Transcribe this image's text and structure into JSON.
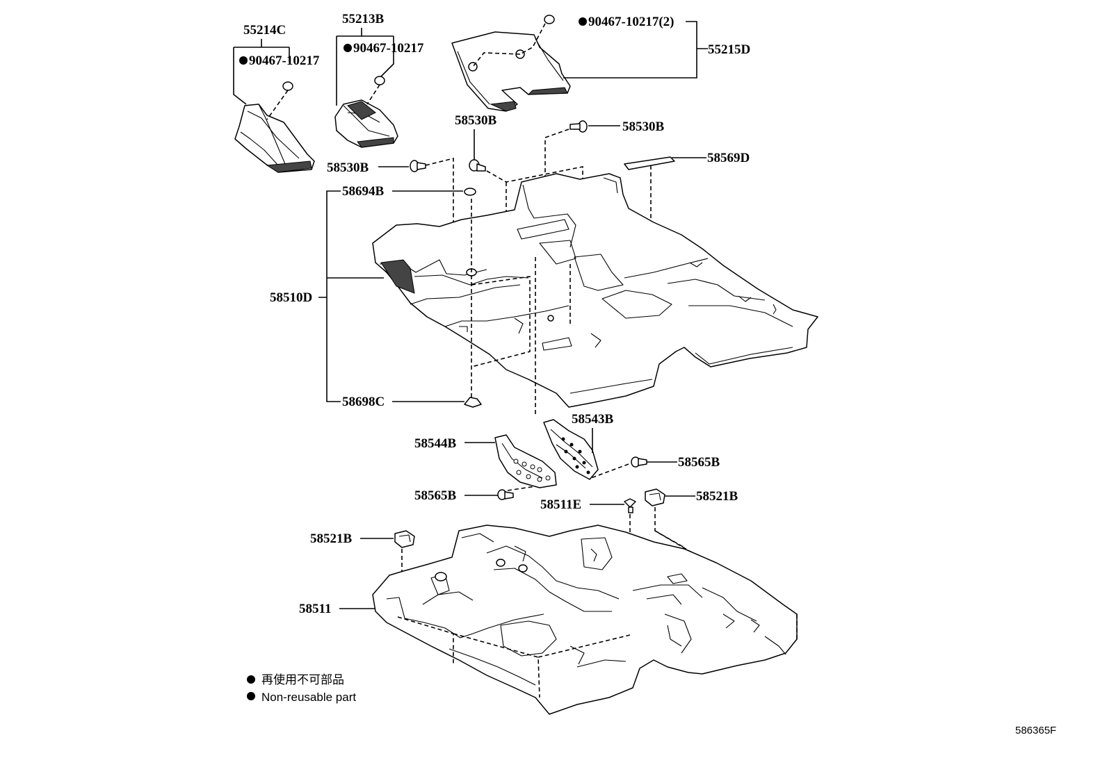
{
  "labels": {
    "p55214C": "55214C",
    "p55214C_clip": "90467-10217",
    "p55213B": "55213B",
    "p55213B_clip": "90467-10217",
    "p55215D_clip": "90467-10217(2)",
    "p55215D": "55215D",
    "p58530B_a": "58530B",
    "p58530B_b": "58530B",
    "p58530B_c": "58530B",
    "p58569D": "58569D",
    "p58694B": "58694B",
    "p58510D": "58510D",
    "p58698C": "58698C",
    "p58543B": "58543B",
    "p58544B": "58544B",
    "p58565B_a": "58565B",
    "p58565B_b": "58565B",
    "p58511E": "58511E",
    "p58521B_a": "58521B",
    "p58521B_b": "58521B",
    "p58511": "58511"
  },
  "legend": {
    "line1": "再使用不可部品",
    "line2": "Non-reusable part"
  },
  "diagram_code": "586365F"
}
